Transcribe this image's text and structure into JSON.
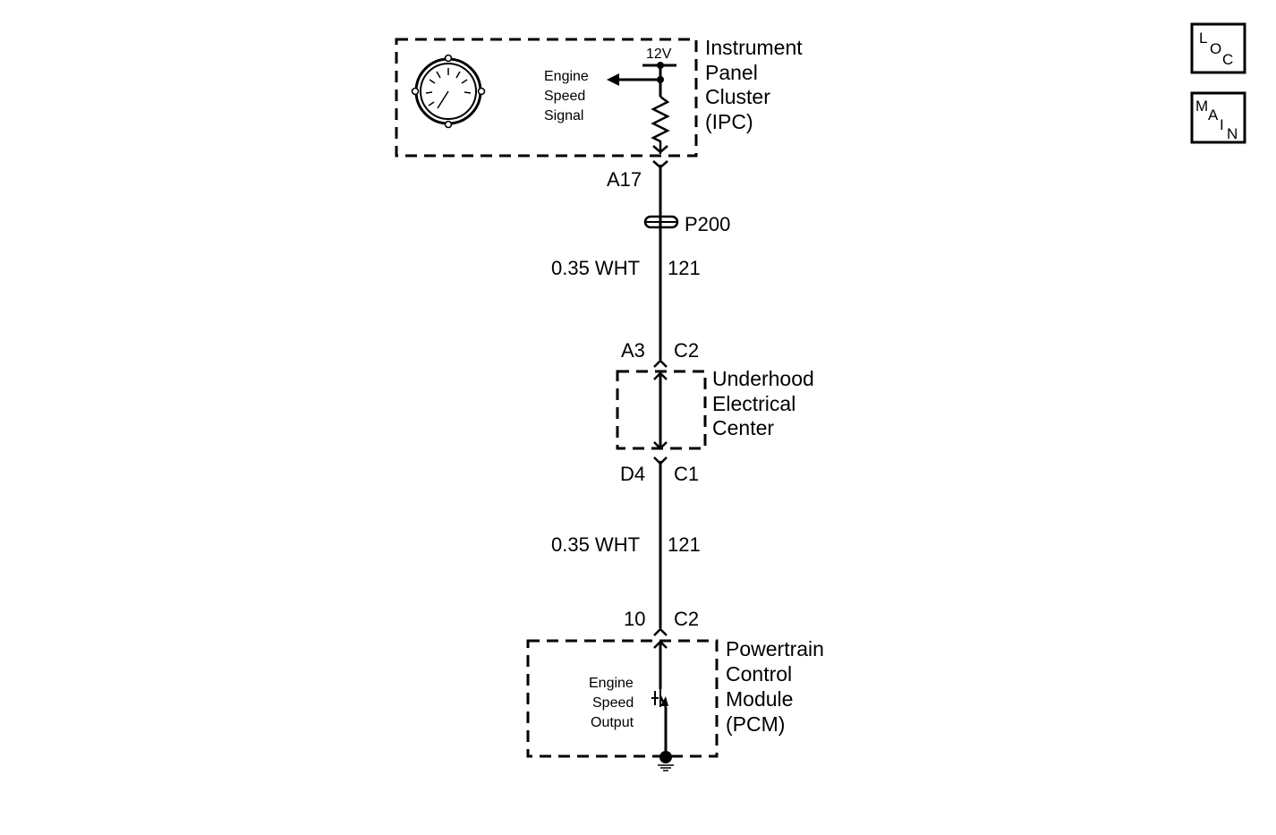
{
  "nav": {
    "loc": {
      "letters": [
        "L",
        "O",
        "C"
      ]
    },
    "main": {
      "letters": [
        "M",
        "A",
        "I",
        "N"
      ]
    }
  },
  "ipc": {
    "name_lines": [
      "Instrument",
      "Panel",
      "Cluster",
      "(IPC)"
    ],
    "signal_lines": [
      "Engine",
      "Speed",
      "Signal"
    ],
    "voltage": "12V",
    "icon": "tachometer-gauge-icon"
  },
  "pins": {
    "ipc_pin": "A17",
    "splice": "P200",
    "uec_in_pin": "A3",
    "uec_in_conn": "C2",
    "uec_out_pin": "D4",
    "uec_out_conn": "C1",
    "pcm_pin": "10",
    "pcm_conn": "C2"
  },
  "wire_upper": {
    "gauge_color": "0.35 WHT",
    "circuit": "121"
  },
  "wire_lower": {
    "gauge_color": "0.35 WHT",
    "circuit": "121"
  },
  "uec": {
    "name_lines": [
      "Underhood",
      "Electrical",
      "Center"
    ]
  },
  "pcm": {
    "name_lines": [
      "Powertrain",
      "Control",
      "Module",
      "(PCM)"
    ],
    "output_lines": [
      "Engine",
      "Speed",
      "Output"
    ],
    "icon": "ground-icon"
  }
}
